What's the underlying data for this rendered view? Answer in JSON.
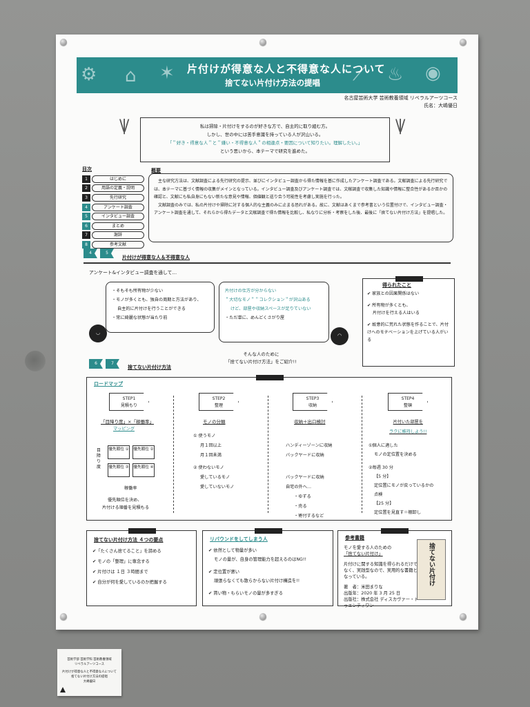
{
  "header": {
    "title": "片付けが得意な人と不得意な人について",
    "subtitle": "捨てない片付け方法の提唱"
  },
  "affiliation": {
    "line1": "名古屋芸術大学 芸術教養領域 リベラルアーツコース",
    "line2": "氏名：大嶋優日"
  },
  "intro": {
    "l1": "私は掃除・片付けをするのが好きな方で、自主的に取り組む方。",
    "l2": "しかし、世の中には苦手意識を持っている人が沢山いる。",
    "l3": "「＂好き・得意な人＂と＂嫌い・不得意な人＂の相違点・要因について知りたい。理解したい。」",
    "l4": "という思いから、本テーマで研究を進めた。"
  },
  "toc": {
    "title": "目次",
    "items": [
      {
        "num": "1",
        "label": "はじめに"
      },
      {
        "num": "2",
        "label": "用語の定義・説明"
      },
      {
        "num": "3",
        "label": "先行研究"
      },
      {
        "num": "4",
        "label": "アンケート調査"
      },
      {
        "num": "5",
        "label": "インタビュー調査"
      },
      {
        "num": "6",
        "label": "まとめ"
      },
      {
        "num": "7",
        "label": "謝辞"
      },
      {
        "num": "8",
        "label": "参考文献"
      }
    ]
  },
  "overview": {
    "title": "概要",
    "p1": "主な研究方法は、文献調査による先行研究の提示、並びにインタビュー調査から得た情報を基に作成したアンケート調査である。文献調査による先行研究では、本テーマに基づく情報の収集がメインとなっている。インタビュー調査及びアンケート調査では、文献調査で収集した知識や情報に整合性があるか否かの確認と、文献にも私自身にもない新たな意見や情報、価値観と巡り合う可能性を考慮し実施を行った。",
    "p2": "文献調査のみでは、私の片付けや掃除に対する個人的な主義のみに止まる恐れがある。故に、文献はあくまで参考書という位置付けで、インタビュー調査・アンケート調査を通して、それらから得たデータと文献調査で得た情報を比較し、私なりに分析・考察をした後、最後に「捨てない片付け方法」を提唱した。"
  },
  "section45": {
    "flags": [
      "4",
      "5"
    ],
    "title": "片付けが得意な人＆不得意な人",
    "lead": "アンケート&インタビュー調査を通して…",
    "good": [
      "・そもそも所有物が少ない",
      "・モノが多くとも、独自の周期と方法があり、",
      "自主的に片付けを行うことができる",
      "・常に綺麗な状態が当たり前"
    ],
    "bad": [
      "片付けの仕方が分からない",
      "＂大切なモノ＂＂コレクション＂が沢山ある",
      "けど、部屋や収納スペースが足りていない",
      "・ただ単に、めんどくさがり屋"
    ],
    "found_title": "得られたこと",
    "found": [
      "✔ 家族との因果関係はない",
      "✔ 所有物が多くとも、",
      "片付けを行える人はいる",
      "✔ 故意的に荒れた状態を作ることで、片付けへのモチベーションを上げている人がいる"
    ],
    "callout1": "そんな人のために",
    "callout2": "「捨てない片付け方法」をご紹介!!"
  },
  "section67": {
    "flags": [
      "6",
      "7"
    ],
    "title": "捨てない片付け方法"
  },
  "roadmap": {
    "title": "ロードマップ",
    "steps": [
      {
        "no": "STEP1",
        "name": "見積もり"
      },
      {
        "no": "STEP2",
        "name": "整理"
      },
      {
        "no": "STEP3",
        "name": "収納"
      },
      {
        "no": "STEP4",
        "name": "整頓"
      }
    ],
    "col1_title": "「目障り度」×「稼働率」",
    "col1_sub": "マッピング",
    "axis_y": "目障り度",
    "axis_x": "稼働率",
    "cells": [
      "優先順位 ①",
      "優先順位 ②",
      "優先順位 ③",
      "優先順位 ④"
    ],
    "col1_foot1": "優先順位を決め、",
    "col1_foot2": "片付ける順番を見積もる",
    "col2_title": "モノの分類",
    "col2_lines": [
      "① 使うモノ",
      "月１回以上",
      "月１回未満",
      "② 使わないモノ",
      "愛しているモノ",
      "愛していないモノ"
    ],
    "col3_title": "収納＋出口検討",
    "col3_lines": [
      "ハンディーゾーンに収納",
      "バックヤードに収納",
      "バックヤードに収納",
      "自宅の外へ…",
      "・ゆずる",
      "・売る",
      "・寄付するなど"
    ],
    "col4_title": "片付いた部屋を",
    "col4_title2": "ラクに維持しよう!!",
    "col4_lines": [
      "①個人に適した",
      "モノの定位置を決める",
      "②毎週 30 分",
      "【5 分】",
      "定位置にモノが戻っているかの",
      "点検",
      "【25 分】",
      "定位置を見直す＝棚卸し"
    ]
  },
  "box1": {
    "title": "捨てない片付け方法 ４つの要点",
    "items": [
      "✔「たくさん捨てること」を諦める",
      "✔ モノの「整理」に専念する",
      "✔ 片付けは １日 ３時間まで",
      "✔ 自分が何を愛しているのか把握する"
    ]
  },
  "box2": {
    "title": "リバウンドをしてしまう人",
    "items": [
      "✔ 依然として物量が多い",
      "モノの量が、自身の管理能力を超えるのはNG!!",
      "✔ 定位置が悪い",
      "頑張らなくても散らからない片付け構造を!!",
      "✔ 貰い物・もらいモノの量が多すぎる"
    ]
  },
  "box3": {
    "title": "参考書籍",
    "book_title1": "モノを愛する人のための",
    "book_title2": "「捨てない片付け」",
    "desc": "片付けに関する知識を得られるだけでなく、実践型なので、実用的な書籍となっている。",
    "author_label": "著　者：",
    "author": "米田まりな",
    "date_label": "出版年：",
    "date": "2020 年 3 月 25 日",
    "pub_label": "出版社：",
    "pub": "株式会社 ディスカヴァー・トゥエンティワン",
    "cover": "捨てない片付け"
  },
  "card": {
    "l1": "芸術学部 芸術学科 芸術教養領域",
    "l2": "リベラルアーツコース",
    "l3": "片付けが得意な人と不得意な人について",
    "l4": "捨てない片付け方法の提唱",
    "l5": "大嶋優日"
  }
}
